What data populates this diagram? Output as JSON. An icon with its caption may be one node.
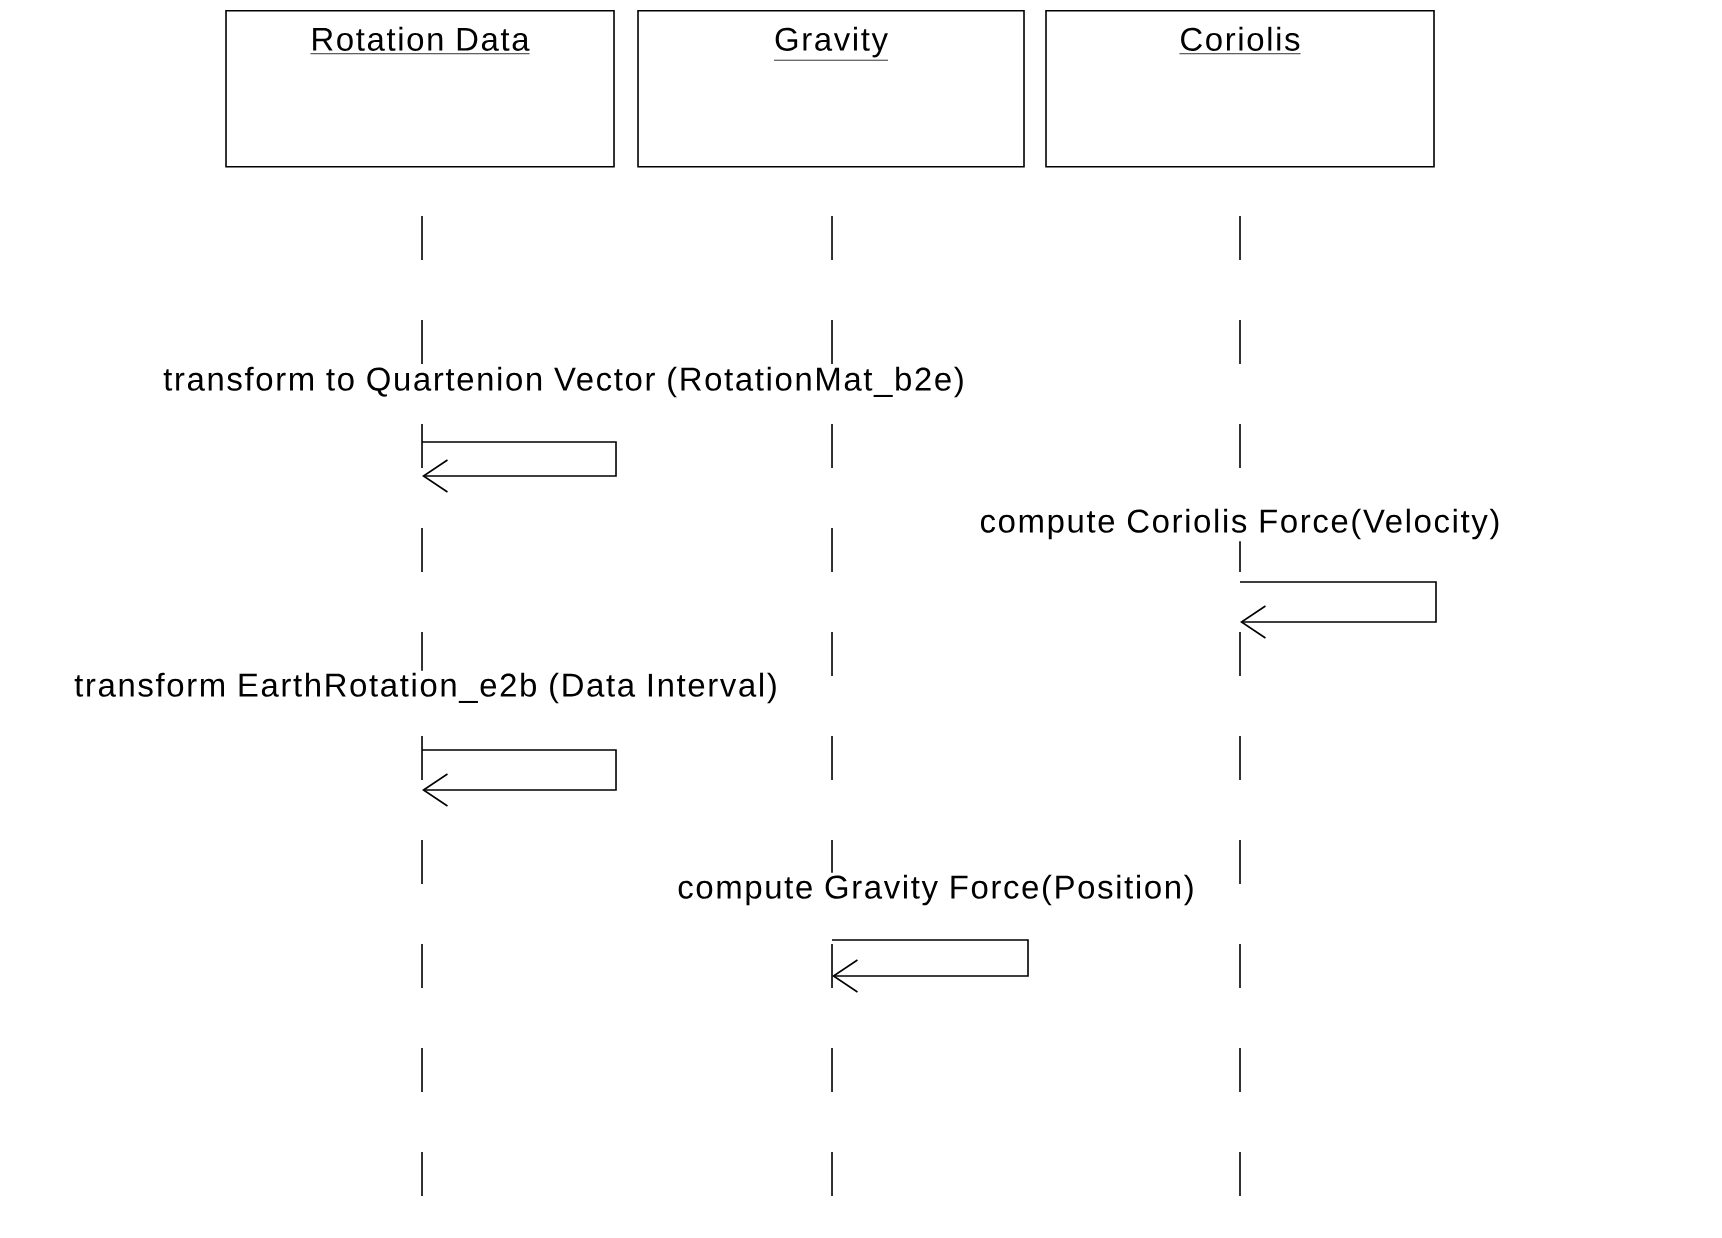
{
  "diagram": {
    "nodes": [
      {
        "text": [
          "Rotation Data"
        ]
      },
      {
        "text": [
          "Gravity"
        ]
      },
      {
        "text": [
          "Coriolis"
        ]
      }
    ],
    "edges": [
      {
        "from": 0,
        "to": 0,
        "arrow": "to",
        "label": "transform to Quartenion Vector (RotationMat_b2e)"
      },
      {
        "from": 2,
        "to": 2,
        "arrow": "to",
        "label": "compute Coriolis Force(Velocity)"
      },
      {
        "from": 0,
        "to": 0,
        "arrow": "to",
        "label": "transform EarthRotation_e2b (Data Interval)"
      },
      {
        "from": 1,
        "to": 1,
        "arrow": "to",
        "label": "compute Gravity Force(Position)"
      }
    ]
  }
}
